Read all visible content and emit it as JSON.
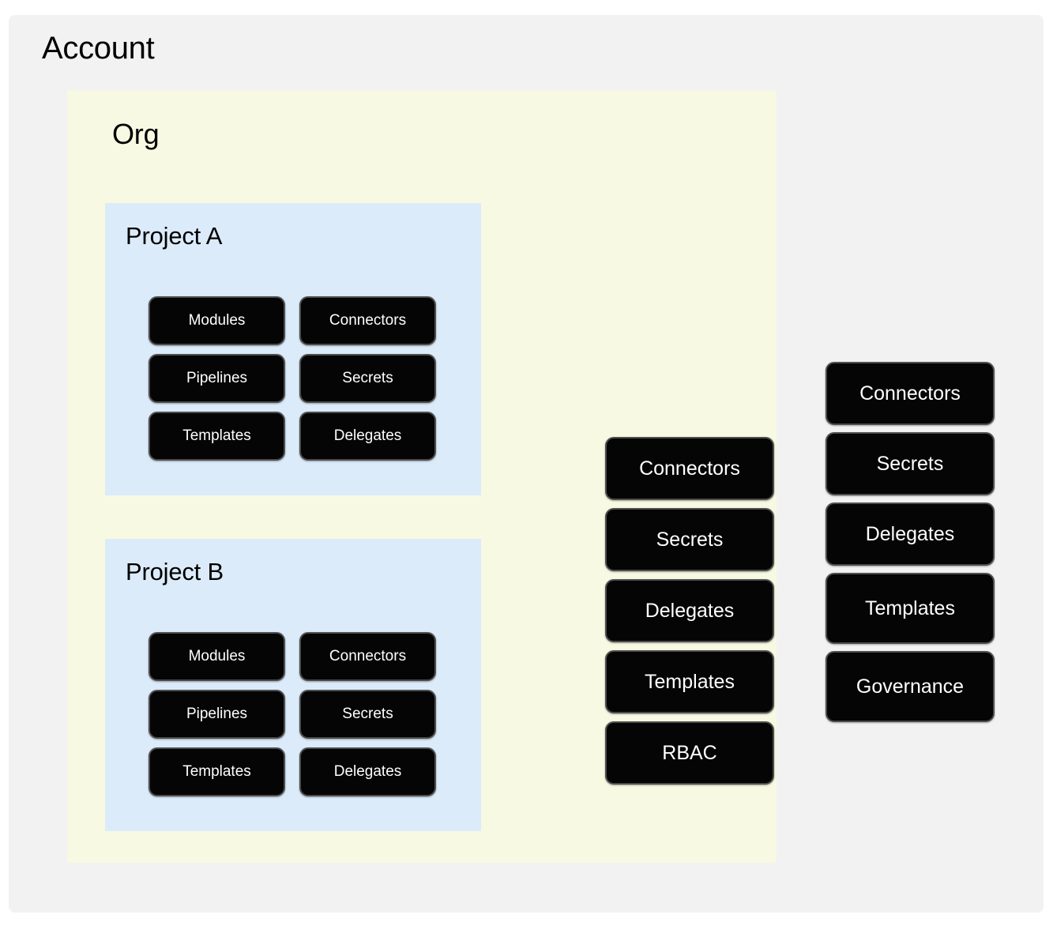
{
  "diagram": {
    "type": "nested-scope-hierarchy",
    "account": {
      "title": "Account",
      "background_color": "#f2f2f2",
      "resources": [
        {
          "label": "Connectors"
        },
        {
          "label": "Secrets"
        },
        {
          "label": "Delegates"
        },
        {
          "label": "Templates"
        },
        {
          "label": "Governance"
        }
      ]
    },
    "org": {
      "title": "Org",
      "background_color": "#f7f9e2",
      "resources": [
        {
          "label": "Connectors"
        },
        {
          "label": "Secrets"
        },
        {
          "label": "Delegates"
        },
        {
          "label": "Templates"
        },
        {
          "label": "RBAC"
        }
      ]
    },
    "projects": [
      {
        "title": "Project A",
        "background_color": "#dcebfa",
        "resources": [
          {
            "label": "Modules"
          },
          {
            "label": "Connectors"
          },
          {
            "label": "Pipelines"
          },
          {
            "label": "Secrets"
          },
          {
            "label": "Templates"
          },
          {
            "label": "Delegates"
          }
        ]
      },
      {
        "title": "Project B",
        "background_color": "#dcebfa",
        "resources": [
          {
            "label": "Modules"
          },
          {
            "label": "Connectors"
          },
          {
            "label": "Pipelines"
          },
          {
            "label": "Secrets"
          },
          {
            "label": "Templates"
          },
          {
            "label": "Delegates"
          }
        ]
      }
    ],
    "colors": {
      "button_fill": "#050505",
      "button_border": "#4d4d4d",
      "button_text": "#ffffff",
      "title_text": "#000000"
    }
  }
}
